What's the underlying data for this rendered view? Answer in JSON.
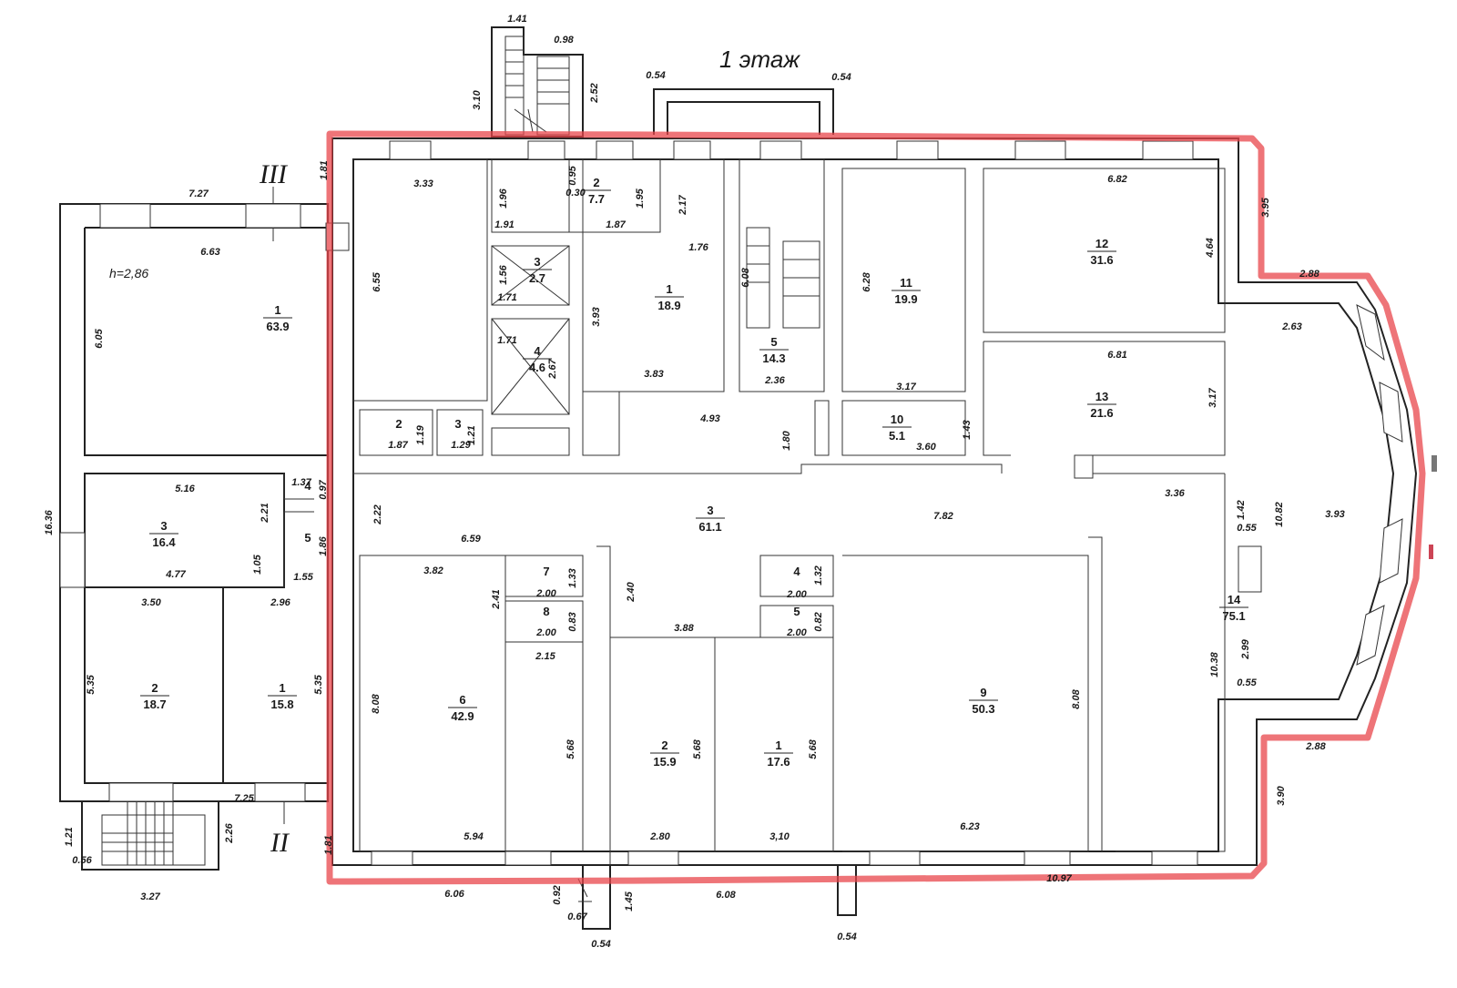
{
  "plan": {
    "title": "1 этаж",
    "section_marks": {
      "top": "III",
      "bottom": "II"
    },
    "ceiling_height": "h=2,86",
    "highlight_color": "#e8454b",
    "left_block_rooms": [
      {
        "number": "1",
        "area": "63.9"
      },
      {
        "number": "3",
        "area": "16.4"
      },
      {
        "number": "4",
        "area": ""
      },
      {
        "number": "5",
        "area": ""
      },
      {
        "number": "2",
        "area": "18.7"
      },
      {
        "number": "1",
        "area": "15.8"
      }
    ],
    "main_rooms": [
      {
        "number": "2",
        "area": "7.7"
      },
      {
        "number": "3",
        "area": "2.7"
      },
      {
        "number": "4",
        "area": "4.6"
      },
      {
        "number": "1",
        "area": "18.9"
      },
      {
        "number": "5",
        "area": "14.3"
      },
      {
        "number": "11",
        "area": "19.9"
      },
      {
        "number": "12",
        "area": "31.6"
      },
      {
        "number": "13",
        "area": "21.6"
      },
      {
        "number": "10",
        "area": "5.1"
      },
      {
        "number": "2",
        "area": ""
      },
      {
        "number": "3",
        "area": ""
      },
      {
        "number": "3",
        "area": "61.1"
      },
      {
        "number": "7",
        "area": ""
      },
      {
        "number": "8",
        "area": ""
      },
      {
        "number": "4",
        "area": ""
      },
      {
        "number": "5",
        "area": ""
      },
      {
        "number": "6",
        "area": "42.9"
      },
      {
        "number": "2",
        "area": "15.9"
      },
      {
        "number": "1",
        "area": "17.6"
      },
      {
        "number": "9",
        "area": "50.3"
      },
      {
        "number": "14",
        "area": "75.1"
      }
    ],
    "dimensions": [
      "1.41",
      "0.98",
      "3.10",
      "2.52",
      "0.54",
      "0.54",
      "7.27",
      "1.81",
      "3.33",
      "1.96",
      "1.91",
      "0.95",
      "0.30",
      "1.95",
      "1.87",
      "2.17",
      "6.82",
      "3.95",
      "6.63",
      "6.55",
      "1.76",
      "6.08",
      "6.28",
      "4.64",
      "2.88",
      "2.63",
      "1.56",
      "1.71",
      "3.93",
      "6.05",
      "1.71",
      "2.67",
      "3.83",
      "2.36",
      "3.17",
      "6.81",
      "3.17",
      "1.19",
      "1.87",
      "1.21",
      "1.29",
      "4.93",
      "1.80",
      "3.60",
      "1.43",
      "16.36",
      "5.16",
      "1.37",
      "0.97",
      "2.22",
      "7.82",
      "3.36",
      "1.42",
      "10.82",
      "3.93",
      "2.21",
      "0.55",
      "4.77",
      "1.05",
      "1.86",
      "1.55",
      "6.59",
      "3.82",
      "1.33",
      "2.00",
      "2.41",
      "1.32",
      "2.00",
      "0.83",
      "2.00",
      "0.82",
      "2.00",
      "3.50",
      "2.96",
      "2.40",
      "3.88",
      "2.15",
      "5.35",
      "5.35",
      "8.08",
      "5.68",
      "5.68",
      "5.68",
      "8.08",
      "10.38",
      "2.99",
      "0.55",
      "2.88",
      "3.90",
      "1.21",
      "0.56",
      "2.26",
      "7.25",
      "1.81",
      "5.94",
      "2.80",
      "3,10",
      "6.23",
      "3.27",
      "6.06",
      "0.92",
      "1.45",
      "6.08",
      "10.97",
      "0.67",
      "0.54",
      "0.54"
    ]
  }
}
